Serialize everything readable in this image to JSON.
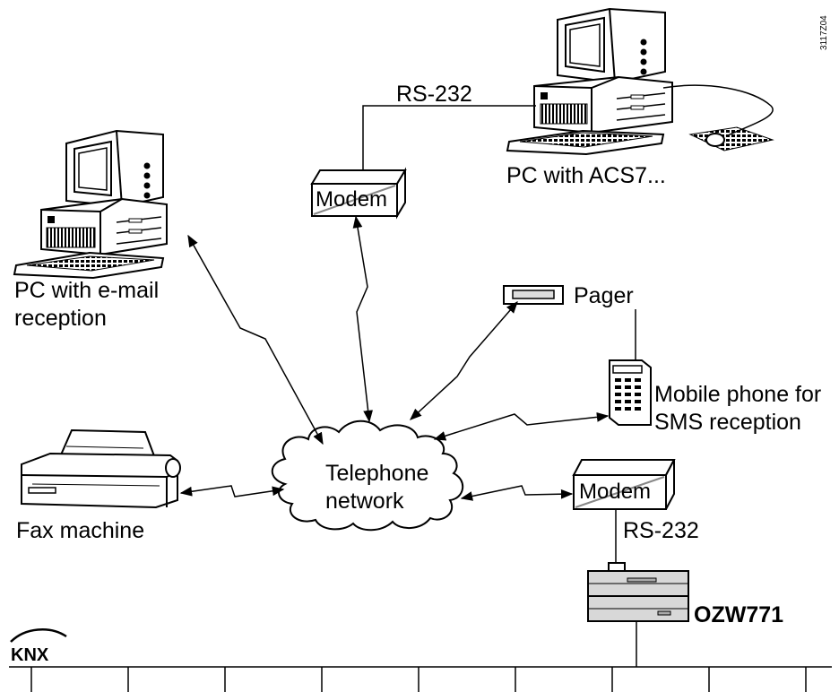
{
  "figure_code": "3117Z04",
  "labels": {
    "rs232_top": "RS-232",
    "modem_top": "Modem",
    "pc_acs": "PC with ACS7...",
    "pc_email_line1": "PC with e-mail",
    "pc_email_line2": "reception",
    "pager": "Pager",
    "mobile_line1": "Mobile phone for",
    "mobile_line2": "SMS reception",
    "telephone_line1": "Telephone",
    "telephone_line2": "network",
    "fax": "Fax machine",
    "modem_bottom": "Modem",
    "rs232_bottom": "RS-232",
    "ozw": "OZW771",
    "knx_logo": "KNX"
  }
}
